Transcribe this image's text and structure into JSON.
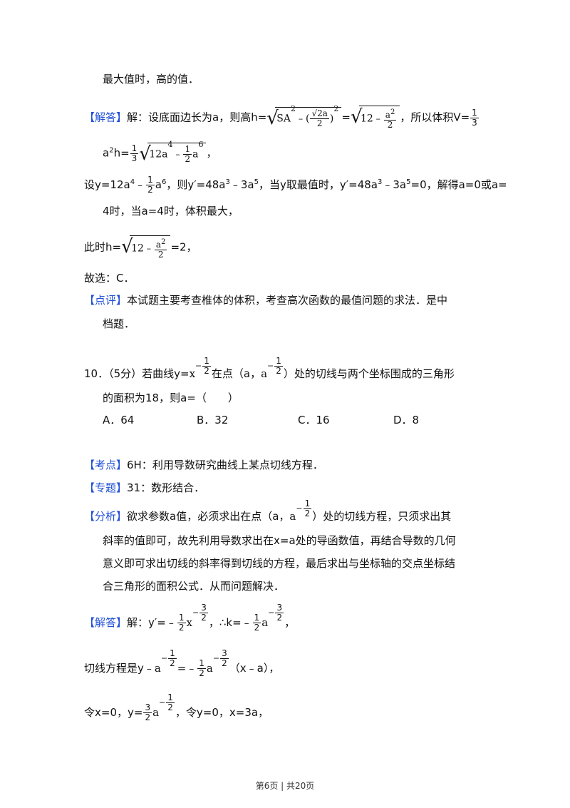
{
  "lines": {
    "l1": "最大值时，高的值．",
    "ans_tag1": "【解答】",
    "ans1_a": "解：设底面边长为a，则高h=",
    "ans1_b": "，所以体积V=",
    "ans2_a": "a",
    "ans2_b": "h=",
    "ans2_c": "，",
    "ans3_a": "设y=12a",
    "ans3_b": "﹣",
    "ans3_c": "a",
    "ans3_d": "，则y′=48a",
    "ans3_e": "﹣3a",
    "ans3_f": "，当y取最值时，y′=48a",
    "ans3_g": "﹣3a",
    "ans3_h": "=0，解得a=0或a=",
    "ans4": "4时，当a=4时，体积最大，",
    "ans5_a": "此时h=",
    "ans5_b": "=2，",
    "ans6": "故选：C．",
    "comment_tag": "【点评】",
    "comment1": "本试题主要考查椎体的体积，考查高次函数的最值问题的求法．是中",
    "comment2": "档题．",
    "q10_a": "10．（5分）若曲线y=",
    "q10_b": "在点（a，",
    "q10_c": "）处的切线与两个坐标围成的三角形",
    "q10_2": "的面积为18，则a=（　　）",
    "optA": "A．64",
    "optB": "B．32",
    "optC": "C．16",
    "optD": "D．8",
    "kd_tag": "【考点】",
    "kd": "6H：利用导数研究曲线上某点切线方程．",
    "zt_tag": "【专题】",
    "zt": "31：数形结合．",
    "fx_tag": "【分析】",
    "fx1_a": "欲求参数a值，必须求出在点（a，",
    "fx1_b": "）处的切线方程，只须求出其",
    "fx2": "斜率的值即可，故先利用导数求出在x=a处的导函数值，再结合导数的几何",
    "fx3": "意义即可求出切线的斜率得到切线的方程，最后求出与坐标轴的交点坐标结",
    "fx4": "合三角形的面积公式．从而问题解决．",
    "ans_tag2": "【解答】",
    "ansb1_a": "解：y′=﹣",
    "ansb1_b": "，∴k=﹣",
    "ansb1_c": "，",
    "ansb2_a": "切线方程是y﹣",
    "ansb2_b": "=﹣",
    "ansb2_c": "（x﹣a），",
    "ansb3_a": "令x=0，y=",
    "ansb3_b": "，令y=0，x=3a，"
  },
  "math": {
    "sa": "SA",
    "two": "2",
    "minus": "﹣(",
    "rt2a": "√2a",
    "close": ")",
    "twelve": "12﹣",
    "a": "a",
    "one": "1",
    "three": "3",
    "a4": "12a",
    "four": "4",
    "six": "6",
    "x": "x",
    "half": "1",
    "neghalf": "−",
    "threeOver": "3"
  },
  "footer": "第6页 | 共20页"
}
